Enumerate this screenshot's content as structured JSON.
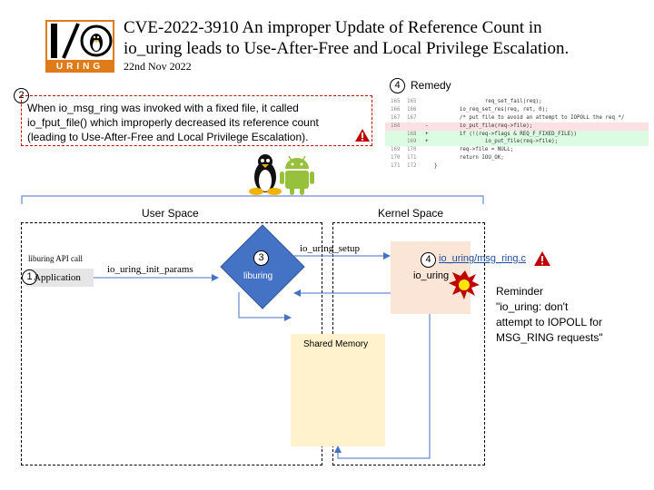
{
  "header": {
    "title_line1": "CVE-2022-3910 An improper Update of Reference Count in",
    "title_line2": "io_uring leads to Use-After-Free and Local Privilege Escalation.",
    "date": "22nd Nov 2022",
    "logo_text": "URING"
  },
  "steps": {
    "s1": "1",
    "s2": "2",
    "s3": "3",
    "s4a": "4",
    "s4b": "4"
  },
  "description": "When io_msg_ring was invoked with a fixed file, it called io_fput_file() which improperly decreased its reference count (leading to Use-After-Free and Local Privilege Escalation).",
  "remedy": {
    "title": "Remedy",
    "lines": [
      {
        "old": "165",
        "new": "165",
        "sign": "",
        "code": "                req_set_fail(req);",
        "type": "ctx"
      },
      {
        "old": "166",
        "new": "166",
        "sign": "",
        "code": "        io_req_set_res(req, ret, 0);",
        "type": "ctx"
      },
      {
        "old": "167",
        "new": "167",
        "sign": "",
        "code": "        /* put file to avoid an attempt to IOPOLL the req */",
        "type": "ctx"
      },
      {
        "old": "168",
        "new": "",
        "sign": "-",
        "code": "        io_put_file(req->file);",
        "type": "del"
      },
      {
        "old": "",
        "new": "168",
        "sign": "+",
        "code": "        if (!(req->flags & REQ_F_FIXED_FILE))",
        "type": "add"
      },
      {
        "old": "",
        "new": "169",
        "sign": "+",
        "code": "                io_put_file(req->file);",
        "type": "add"
      },
      {
        "old": "169",
        "new": "170",
        "sign": "",
        "code": "        req->file = NULL;",
        "type": "ctx"
      },
      {
        "old": "170",
        "new": "171",
        "sign": "",
        "code": "        return IOU_OK;",
        "type": "ctx"
      },
      {
        "old": "171",
        "new": "172",
        "sign": "",
        "code": "}",
        "type": "ctx"
      }
    ]
  },
  "diagram": {
    "user_space": "User Space",
    "kernel_space": "Kernel Space",
    "api_call": "liburing API call",
    "application": "Application",
    "init_params": "io_uring_init_params",
    "liburing": "liburing",
    "setup": "io_uring_setup",
    "io_uring_link": "io_uring/msg_ring.c",
    "io_uring": "io_uring",
    "shared_memory": "Shared Memory"
  },
  "reminder": {
    "line1": "Reminder",
    "line2": "\"io_uring: don't",
    "line3": "attempt to IOPOLL for",
    "line4": "MSG_RING requests\""
  },
  "colors": {
    "liburing": "#4472c4",
    "io_uring_box": "#fbe5d6",
    "shared_memory": "#fff2cc",
    "warning": "#c00000",
    "connector": "#4472c4"
  }
}
